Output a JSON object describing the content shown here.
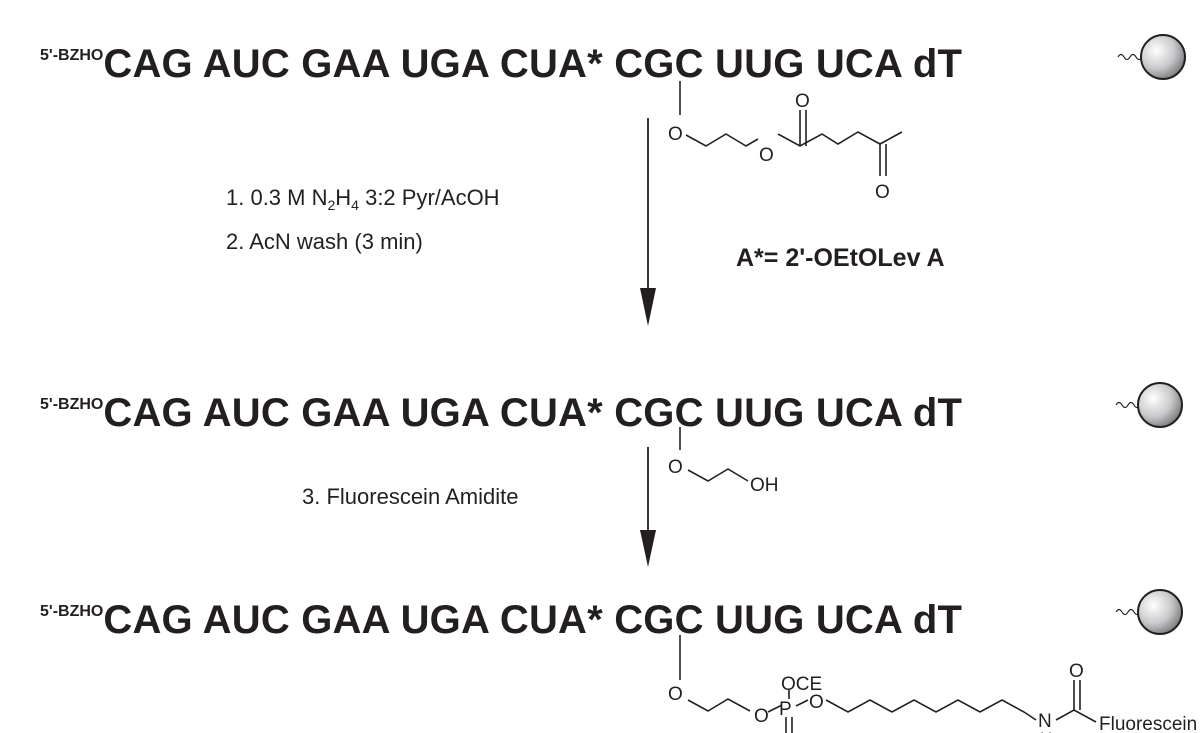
{
  "sequences": [
    {
      "prefix": "5'-BZHO",
      "main": "CAG AUC GAA UGA CUA* CGC UUG UCA dT"
    },
    {
      "prefix": "5'-BZHO",
      "main": "CAG AUC GAA UGA CUA* CGC UUG UCA dT"
    },
    {
      "prefix": "5'-BZHO",
      "main": "CAG AUC GAA UGA CUA* CGC UUG UCA dT"
    }
  ],
  "steps": {
    "step1_prefix": "1.  0.3 M N",
    "step1_sub1": "2",
    "step1_mid": "H",
    "step1_sub2": "4",
    "step1_suffix": " 3:2 Pyr/AcOH",
    "step2": "2.  AcN wash (3 min)",
    "step3": "3.  Fluorescein Amidite"
  },
  "legend": "A*= 2'-OEtOLev A",
  "atoms": {
    "O": "O",
    "OH": "OH",
    "OCE": "OCE",
    "P": "P",
    "N": "N",
    "H": "H",
    "fluorescein": "Fluorescein"
  },
  "colors": {
    "ink": "#231f20",
    "bead_light": "#ffffff",
    "bead_dark": "#6d6e70"
  }
}
